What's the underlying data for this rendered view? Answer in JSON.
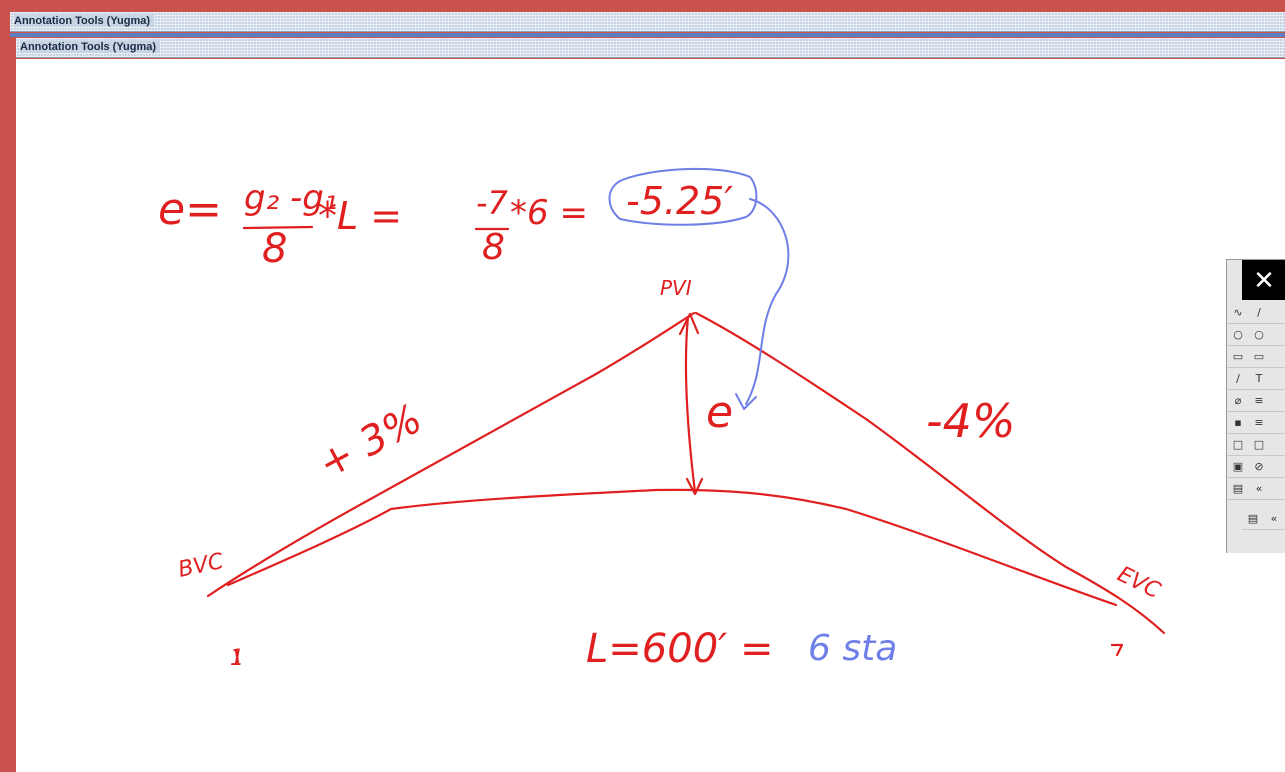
{
  "window": {
    "outer_title": "Annotation Tools (Yugma)",
    "inner_title": "Annotation Tools (Yugma)"
  },
  "colors": {
    "desktop_frame": "#c9534c",
    "ink_red": "#e02020",
    "ink_blue": "#6f7fe8",
    "toolbox_header": "#000000"
  },
  "whiteboard": {
    "formula": {
      "lhs": "e=",
      "num1": "g₂ -g₁",
      "den1": "8",
      "times_L": "*L =",
      "num2": "-7",
      "den2": "8",
      "times_6": "*6 =",
      "result": "-5.25′"
    },
    "labels": {
      "pvi": "PVI",
      "grade_left": "+ 3%",
      "grade_right": "-4%",
      "e": "e",
      "bvc": "BVC",
      "evc": "EVC",
      "station_left": "1",
      "station_right": "7",
      "length_red": "L=600′ =",
      "length_blue": "6 sta"
    }
  },
  "toolbox": {
    "header_icon": "tools-cross-icon",
    "header_glyph": "✕",
    "rows": [
      {
        "a": "∿",
        "b": "/",
        "c": ""
      },
      {
        "a": "○",
        "b": "○",
        "c": ""
      },
      {
        "a": "▭",
        "b": "▭",
        "c": ""
      },
      {
        "a": "∕",
        "b": "T",
        "c": ""
      },
      {
        "a": "⌀",
        "b": "≡",
        "c": ""
      },
      {
        "a": "▪",
        "b": "≡",
        "c": ""
      },
      {
        "a": "□",
        "b": "□",
        "c": ""
      },
      {
        "a": "▣",
        "b": "⊘",
        "c": ""
      },
      {
        "a": "▤",
        "b": "«",
        "c": ""
      },
      {
        "a": "▤",
        "b": "«",
        "c": ""
      }
    ]
  }
}
